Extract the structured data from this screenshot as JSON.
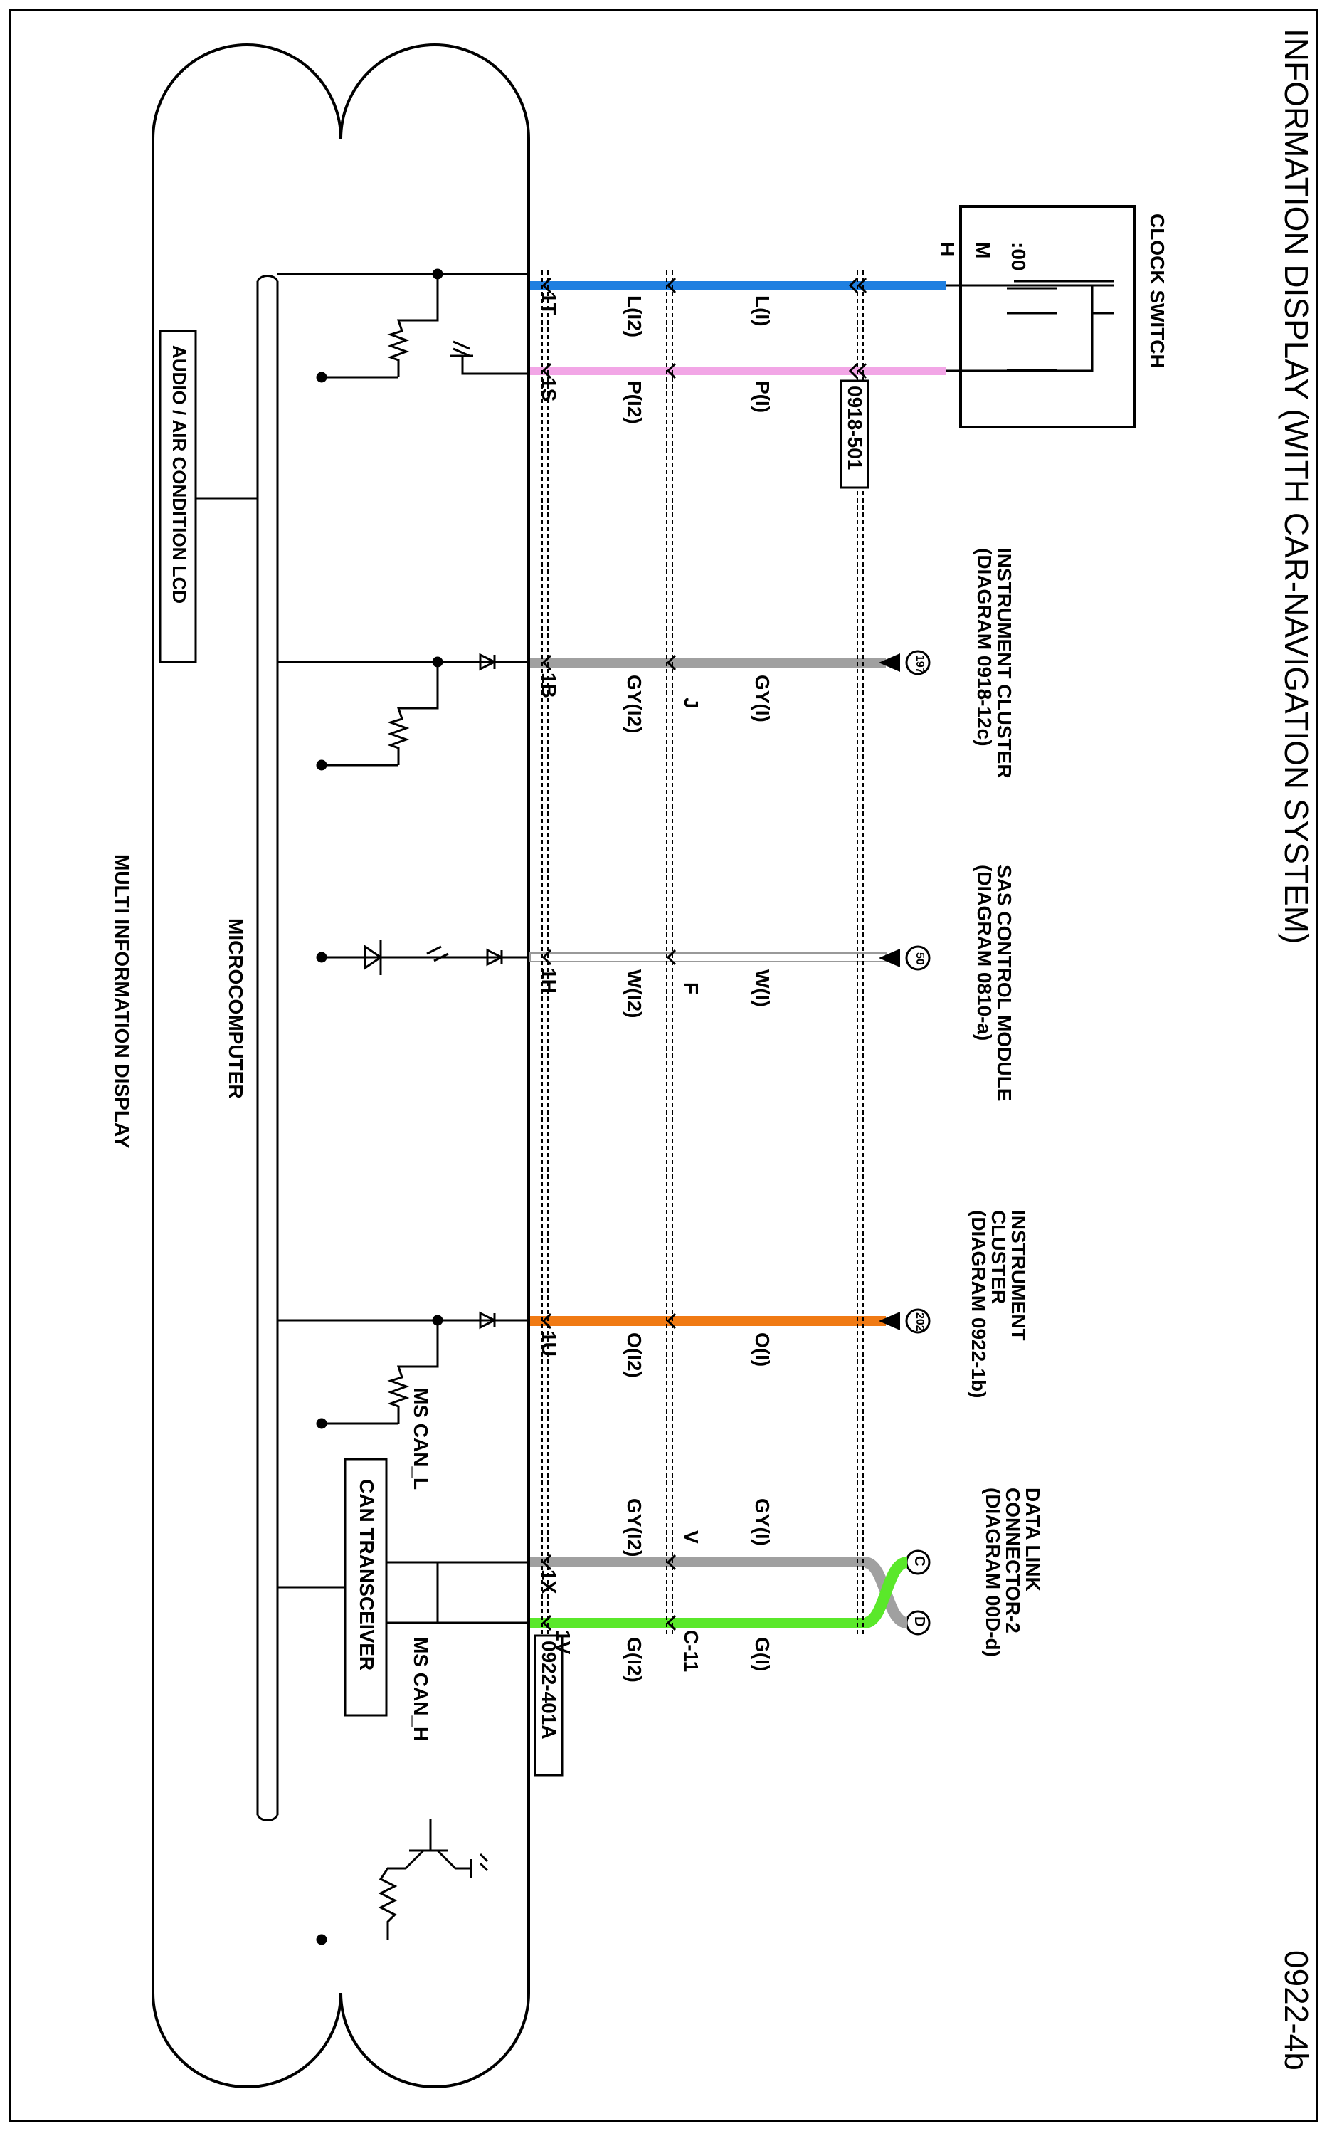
{
  "page": {
    "title": "INFORMATION DISPLAY (WITH CAR-NAVIGATION SYSTEM)",
    "page_id": "0922-4b"
  },
  "module": {
    "name": "MULTI INFORMATION DISPLAY",
    "microcomputer": "MICROCOMPUTER",
    "audio_lcd": "AUDIO / AIR CONDITION LCD",
    "can_transceiver": "CAN TRANSCEIVER",
    "can_l": "MS CAN_L",
    "can_h": "MS CAN_H"
  },
  "connectors": {
    "main": "0922-401A",
    "clock": "0918-501",
    "c11": "C-11",
    "j": "J",
    "f": "F",
    "v": "V"
  },
  "terminals": [
    "1T",
    "1S",
    "1B",
    "1H",
    "1U",
    "1X",
    "1V"
  ],
  "wires": [
    {
      "terminal": "1T",
      "code_a": "L(I2)",
      "code_b": "L(I)",
      "color": "#1f7fe0"
    },
    {
      "terminal": "1S",
      "code_a": "P(I2)",
      "code_b": "P(I)",
      "color": "#f2a6e6"
    },
    {
      "terminal": "1B",
      "code_a": "GY(I2)",
      "code_b": "GY(I)",
      "color": "#a0a0a0"
    },
    {
      "terminal": "1H",
      "code_a": "W(I2)",
      "code_b": "W(I)",
      "color": "#ffffff"
    },
    {
      "terminal": "1U",
      "code_a": "O(I2)",
      "code_b": "O(I)",
      "color": "#f07a14"
    },
    {
      "terminal": "1X",
      "code_a": "GY(I2)",
      "code_b": "GY(I)",
      "color": "#a0a0a0"
    },
    {
      "terminal": "1V",
      "code_a": "G(I2)",
      "code_b": "G(I)",
      "color": "#5ae82a"
    }
  ],
  "clock_switch": {
    "label": "CLOCK SWITCH",
    "switches": [
      "H",
      "M",
      ":00"
    ]
  },
  "destinations": [
    {
      "circle": "197",
      "lines": [
        "INSTRUMENT CLUSTER",
        "(DIAGRAM 0918-12c)"
      ]
    },
    {
      "circle": "50",
      "lines": [
        "SAS CONTROL MODULE",
        "(DIAGRAM 0810-a)"
      ]
    },
    {
      "circle": "202",
      "lines": [
        "INSTRUMENT",
        "CLUSTER",
        "(DIAGRAM 0922-1b)"
      ]
    },
    {
      "circle_c": "C",
      "circle_d": "D",
      "lines": [
        "DATA LINK",
        "CONNECTOR-2",
        "(DIAGRAM 00D-d)"
      ]
    }
  ]
}
